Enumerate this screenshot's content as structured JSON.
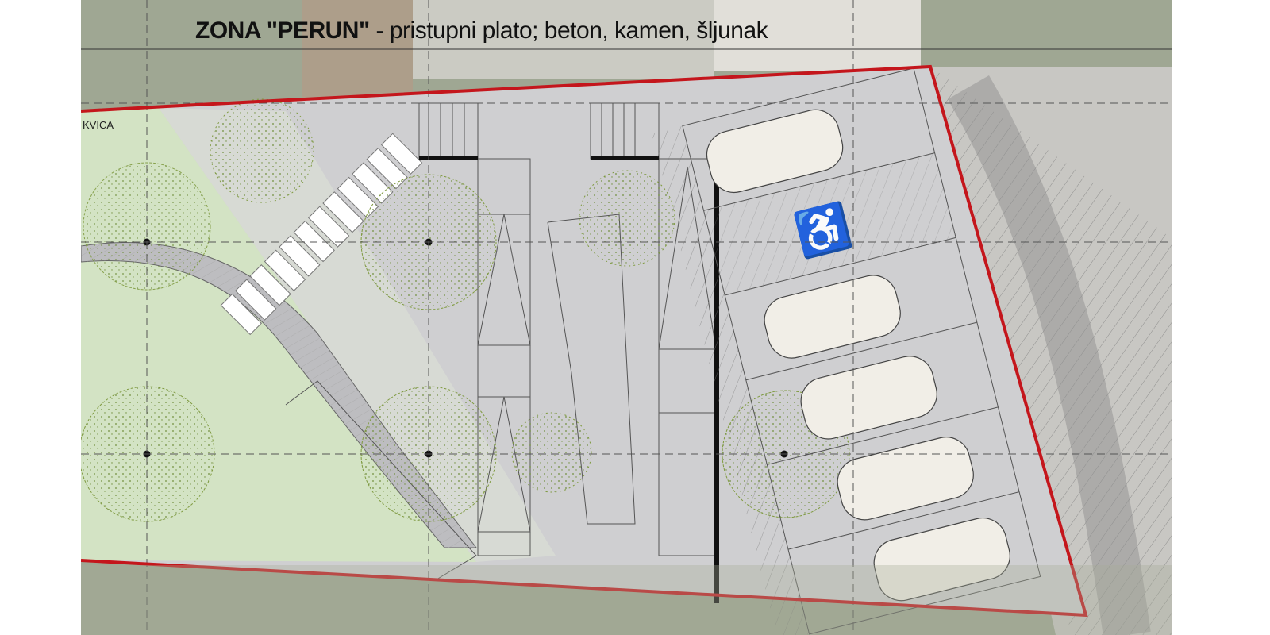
{
  "title": {
    "zone": "ZONA \"PERUN\"",
    "description": "- pristupni plato; beton, kamen, šljunak"
  },
  "labels": {
    "left_area": "KVICA"
  },
  "colors": {
    "boundary": "#c4161c",
    "paving": "#cfcfd1",
    "lawn": "#cfe0bf",
    "tree": "#7f9a3f",
    "car": "#f1eee7"
  },
  "parking": {
    "spaces": 6,
    "accessible_spaces": 1
  }
}
